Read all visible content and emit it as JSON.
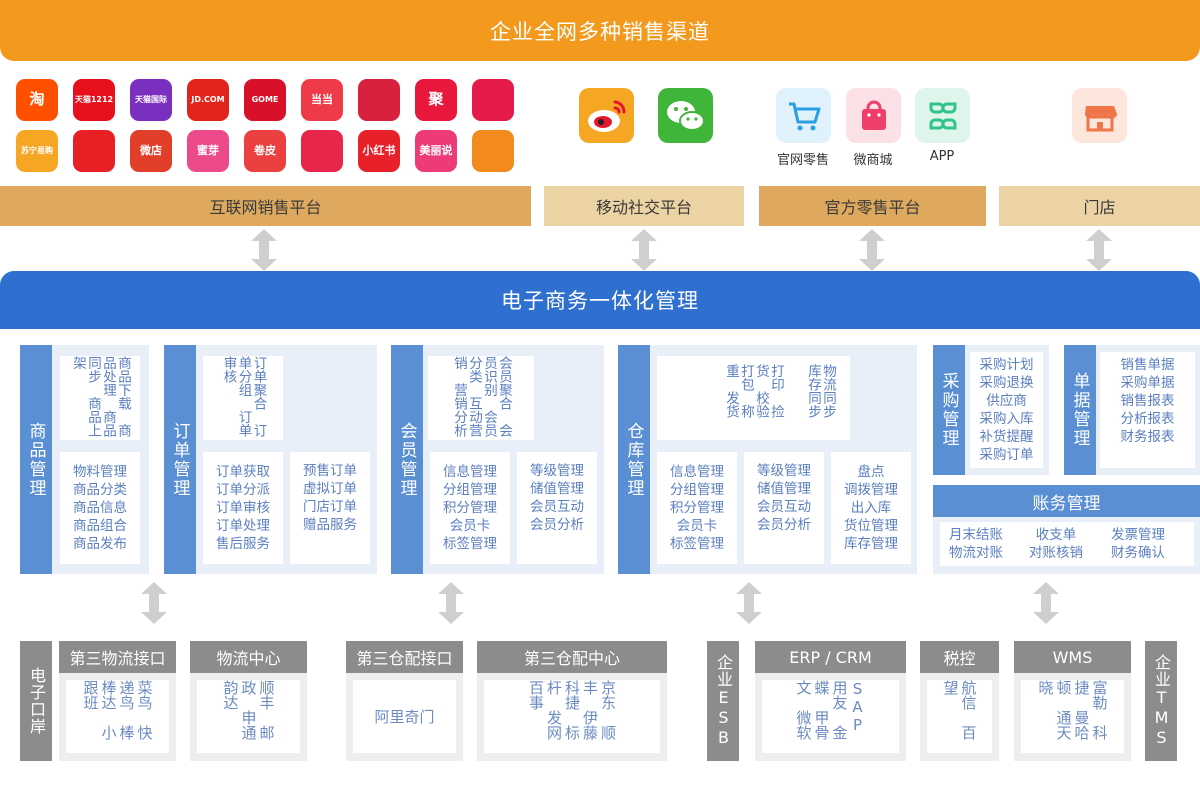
{
  "top_banner": "企业全网多种销售渠道",
  "mid_banner": "电子商务一体化管理",
  "apps_row1": [
    {
      "label": "淘",
      "bg": "#ff5000"
    },
    {
      "label": "天猫1212",
      "bg": "#e8101c"
    },
    {
      "label": "天猫国际",
      "bg": "#7a2fbf"
    },
    {
      "label": "JD.COM",
      "bg": "#e1251b"
    },
    {
      "label": "GOME",
      "bg": "#d8102a"
    },
    {
      "label": "当当",
      "bg": "#ee3b47"
    },
    {
      "label": "",
      "bg": "#d8213f"
    },
    {
      "label": "聚",
      "bg": "#e8183c"
    },
    {
      "label": "",
      "bg": "#e5194a"
    }
  ],
  "apps_row2": [
    {
      "label": "苏宁易购",
      "bg": "#f6a623"
    },
    {
      "label": "",
      "bg": "#e62024"
    },
    {
      "label": "微店",
      "bg": "#e23f2a"
    },
    {
      "label": "蜜芽",
      "bg": "#ed4a8c"
    },
    {
      "label": "卷皮",
      "bg": "#ec4040"
    },
    {
      "label": "",
      "bg": "#e8264c"
    },
    {
      "label": "小红书",
      "bg": "#e8202a"
    },
    {
      "label": "美丽说",
      "bg": "#ec3b78"
    },
    {
      "label": "",
      "bg": "#f28a1e"
    }
  ],
  "social_icons": [
    {
      "name": "weibo",
      "bg": "#f5a623"
    },
    {
      "name": "wechat",
      "bg": "#3fb53a"
    }
  ],
  "official_icons": [
    {
      "caption": "官网零售",
      "bg": "#dff1fb"
    },
    {
      "caption": "微商城",
      "bg": "#fbe0e6"
    },
    {
      "caption": "APP",
      "bg": "#dff5ec"
    }
  ],
  "store_icon": {
    "bg": "#fde6dc"
  },
  "platforms": {
    "internet": "互联网销售平台",
    "social": "移动社交平台",
    "official": "官方零售平台",
    "store": "门店"
  },
  "modules": {
    "goods": {
      "title": "商品管理",
      "top": "商品下载,商品处理,商品同步,商品上架",
      "bottom": [
        "物料管理",
        "商品分类",
        "商品信息",
        "商品组合",
        "商品发布"
      ]
    },
    "order": {
      "title": "订单管理",
      "top": "订单聚合,订单分组,订单审核",
      "left": [
        "订单获取",
        "订单分派",
        "订单审核",
        "订单处理",
        "售后服务"
      ],
      "right": [
        "预售订单",
        "虚拟订单",
        "门店订单",
        "赠品服务"
      ]
    },
    "member": {
      "title": "会员管理",
      "top": "会员聚合,会员识别,会员分类,互动营销,营销分析",
      "left": [
        "信息管理",
        "分组管理",
        "积分管理",
        "会员卡",
        "标签管理"
      ],
      "right": [
        "等级管理",
        "储值管理",
        "会员互动",
        "会员分析"
      ]
    },
    "warehouse": {
      "title": "仓库管理",
      "top1": "打印,捡货,校验,打包,称重,发货",
      "top2": "物流同步,库存同步",
      "col1": [
        "信息管理",
        "分组管理",
        "积分管理",
        "会员卡",
        "标签管理"
      ],
      "col2": [
        "等级管理",
        "储值管理",
        "会员互动",
        "会员分析"
      ],
      "col3": [
        "盘点",
        "调拨管理",
        "出入库",
        "货位管理",
        "库存管理"
      ]
    },
    "purchase": {
      "title": "采购管理",
      "items": [
        "采购计划",
        "采购退换",
        "供应商",
        "采购入库",
        "补货提醒",
        "采购订单"
      ]
    },
    "document": {
      "title": "单据管理",
      "items": [
        "销售单据",
        "采购单据",
        "销售报表",
        "分析报表",
        "财务报表"
      ]
    },
    "account": {
      "title": "账务管理",
      "col1": [
        "月末结账",
        "物流对账"
      ],
      "col2": [
        "收支单",
        "对账核销"
      ],
      "col3": [
        "发票管理",
        "财务确认"
      ]
    }
  },
  "bottom": {
    "ecom_port": "电子口岸",
    "logistics_port": {
      "title": "第三物流接口",
      "text": "菜鸟,快递鸟,棒棒达,小跟班"
    },
    "logistics_center": {
      "title": "物流中心",
      "text": "顺丰,邮政,申通,韵达"
    },
    "wh_port": {
      "title": "第三仓配接口",
      "text": "阿里奇门"
    },
    "wh_center": {
      "title": "第三仓配中心",
      "text": "京东,顺丰,伊藤,科捷,标杆,发网,百事"
    },
    "esb": "企业ESB",
    "erp": {
      "title": "ERP / CRM",
      "text": "SAP,用友,金蝶,甲骨文,微软"
    },
    "tax": {
      "title": "税控",
      "text": "航信,百望"
    },
    "wms": {
      "title": "WMS",
      "text": "富勒,科捷,曼哈顿,通天晓"
    },
    "tms": "企业TMS"
  }
}
